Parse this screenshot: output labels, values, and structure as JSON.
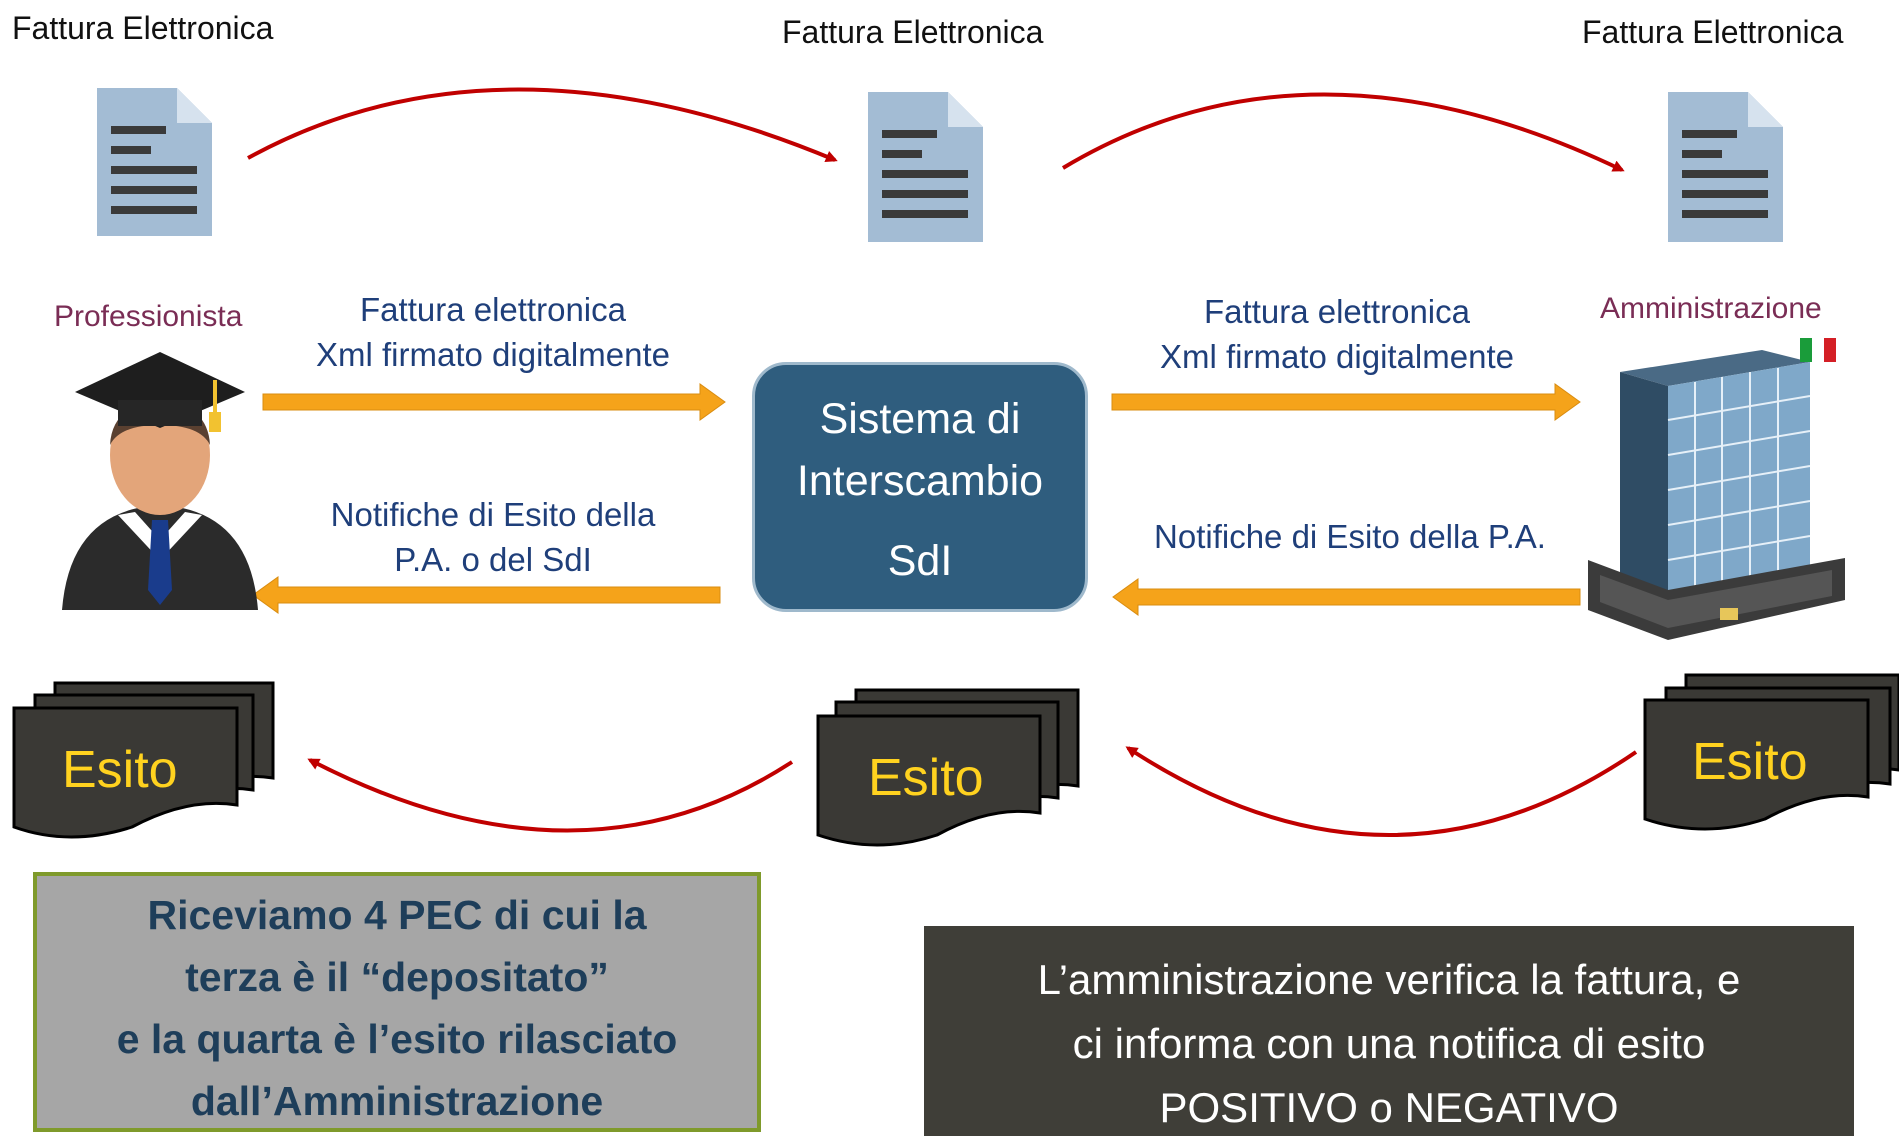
{
  "documents": {
    "left_title": "Fattura Elettronica",
    "center_title": "Fattura Elettronica",
    "right_title": "Fattura Elettronica"
  },
  "actors": {
    "left_label": "Professionista",
    "right_label": "Amministrazione"
  },
  "flows": {
    "left_forward": [
      "Fattura elettronica",
      "Xml firmato digitalmente"
    ],
    "left_back": [
      "Notifiche di Esito della",
      "P.A. o del SdI"
    ],
    "right_forward": [
      "Fattura elettronica",
      "Xml firmato digitalmente"
    ],
    "right_back": "Notifiche di Esito della P.A."
  },
  "sdi": {
    "line1": "Sistema di",
    "line2": "Interscambio",
    "line3": "SdI"
  },
  "esito": {
    "left": "Esito",
    "center": "Esito",
    "right": "Esito"
  },
  "notes": {
    "green_box": [
      "Riceviamo 4 PEC di cui la",
      "terza è il “depositato”",
      "e la quarta è l’esito rilasciato",
      "dall’Amministrazione"
    ],
    "dark_box": [
      "L’amministrazione verifica la fattura, e",
      "ci informa con una notifica di esito",
      "POSITIVO o NEGATIVO"
    ]
  },
  "colors": {
    "document_icon": "#a3bcd4",
    "document_lines": "#3a3a3a",
    "orange_arrow": "#f5a31a",
    "red_arrow": "#c00000",
    "sdi_box": "#2f5d7e",
    "esito_card": "#3a3935",
    "esito_text": "#ffd21f",
    "flow_text": "#1f3f7a",
    "actor_text": "#7a2d55"
  }
}
